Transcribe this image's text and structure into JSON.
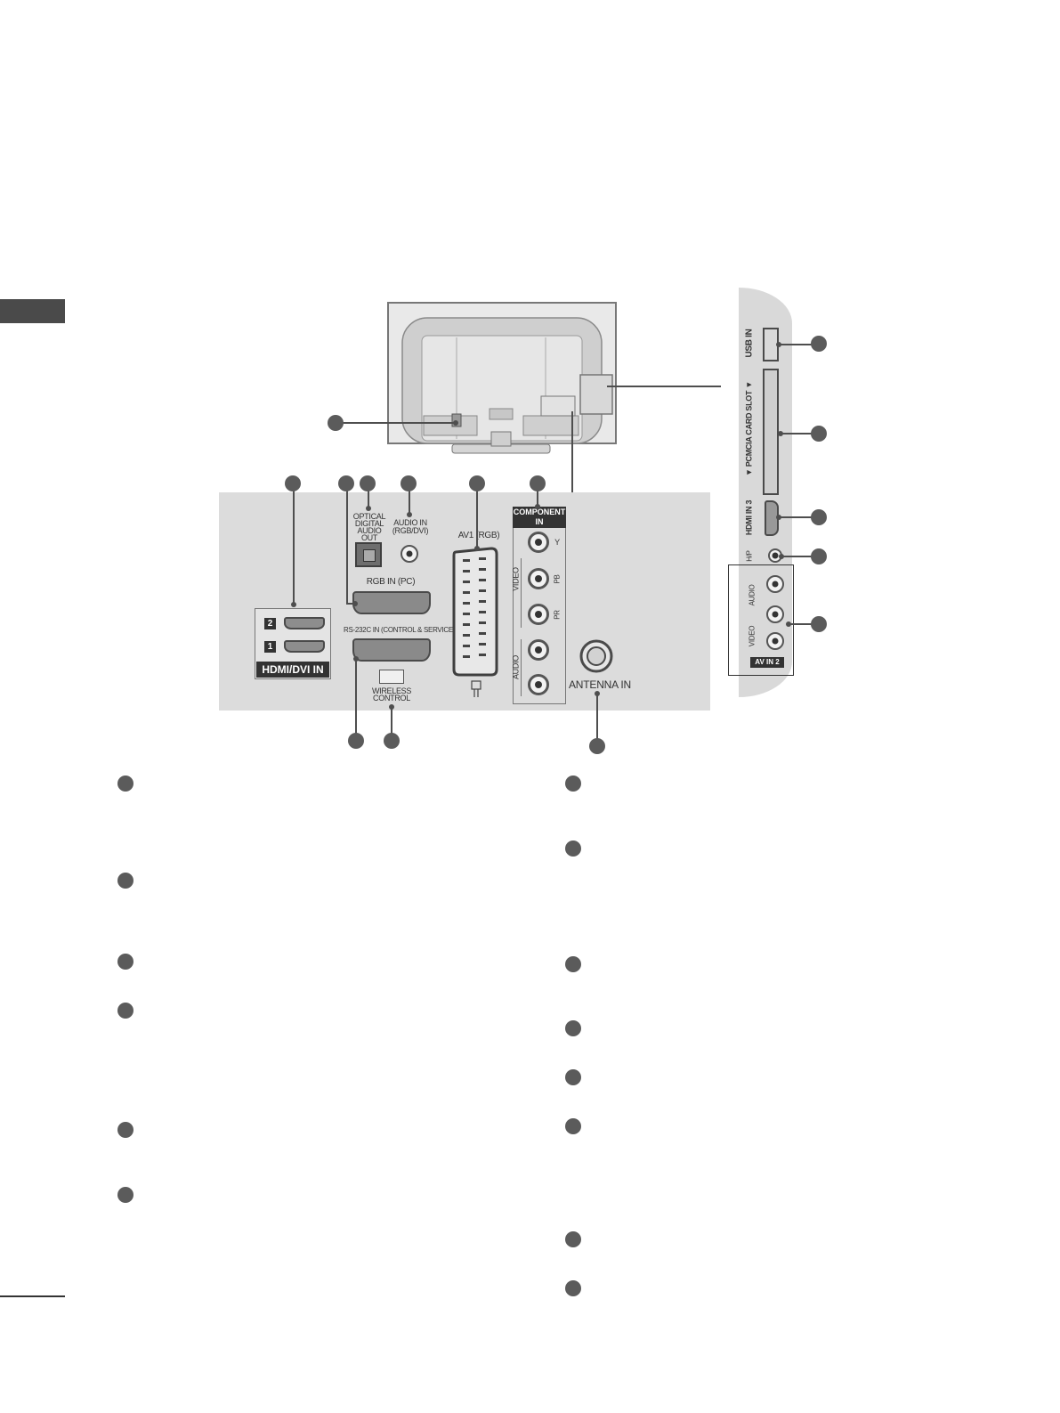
{
  "ports": {
    "hdmi_dvi_in": "HDMI/DVI IN",
    "hdmi_1": "1",
    "hdmi_2": "2",
    "optical_digital_audio_out": "OPTICAL DIGITAL AUDIO OUT",
    "audio_in_rgb_dvi": "AUDIO IN (RGB/DVI)",
    "rgb_in_pc": "RGB IN (PC)",
    "rs232c_in": "RS-232C IN (CONTROL & SERVICE)",
    "wireless_control": "WIRELESS CONTROL",
    "av1_rgb": "AV1 (RGB)",
    "component_in": "COMPONENT IN",
    "component_video": "VIDEO",
    "component_audio": "AUDIO",
    "component_y": "Y",
    "component_pb": "PB",
    "component_pr": "PR",
    "antenna_in": "ANTENNA IN",
    "usb_in": "USB IN",
    "pcmcia_card_slot": "▼ PCMCIA CARD SLOT ▼",
    "hdmi_in_3": "HDMI IN 3",
    "headphone": "H/P",
    "av_in_2": "AV IN 2",
    "av2_video": "VIDEO",
    "av2_audio": "AUDIO"
  },
  "colors": {
    "marker": "#5b5b5b",
    "panel": "#dcdcdc",
    "dark_label_bar": "#333333"
  }
}
